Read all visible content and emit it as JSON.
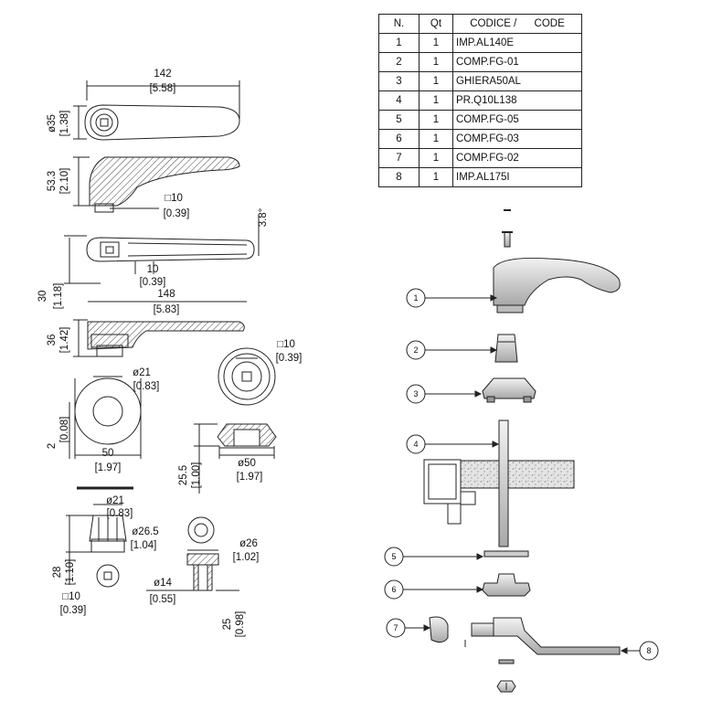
{
  "table": {
    "headers": [
      "N.",
      "Qt",
      "CODICE /      CODE"
    ],
    "rows": [
      {
        "n": "1",
        "qt": "1",
        "code": "IMP.AL140E"
      },
      {
        "n": "2",
        "qt": "1",
        "code": "COMP.FG-01"
      },
      {
        "n": "3",
        "qt": "1",
        "code": "GHIERA50AL"
      },
      {
        "n": "4",
        "qt": "1",
        "code": "PR.Q10L138"
      },
      {
        "n": "5",
        "qt": "1",
        "code": "COMP.FG-05"
      },
      {
        "n": "6",
        "qt": "1",
        "code": "COMP.FG-03"
      },
      {
        "n": "7",
        "qt": "1",
        "code": "COMP.FG-02"
      },
      {
        "n": "8",
        "qt": "1",
        "code": "IMP.AL175I"
      }
    ]
  },
  "dimensions": {
    "top_len_mm": "142",
    "top_len_in": "[5.58]",
    "d35_mm": "ø35",
    "d35_in": "[1.38]",
    "h53_mm": "53.3",
    "h53_in": "[2.10]",
    "sq10_mm": "□10",
    "sq10_in": "[0.39]",
    "angle": "3.8°",
    "w30_mm": "30",
    "w30_in": "[1.18]",
    "w10_mm": "10",
    "w10_in": "[0.39]",
    "len148_mm": "148",
    "len148_in": "[5.83]",
    "h36_mm": "36",
    "h36_in": "[1.42]",
    "sq10b_mm": "□10",
    "sq10b_in": "[0.39]",
    "d21_mm": "ø21",
    "d21_in": "[0.83]",
    "h2_mm": "2",
    "h2_in": "[0.08]",
    "w50_mm": "50",
    "w50_in": "[1.97]",
    "d50_mm": "ø50",
    "d50_in": "[1.97]",
    "h25_5_mm": "25.5",
    "h25_5_in": "[1.00]",
    "d21b_mm": "ø21",
    "d21b_in": "[0.83]",
    "d26_5_mm": "ø26.5",
    "d26_5_in": "[1.04]",
    "h28_mm": "28",
    "h28_in": "[1.10]",
    "d26_mm": "ø26",
    "d26_in": "[1.02]",
    "sq10c_mm": "□10",
    "sq10c_in": "[0.39]",
    "d14_mm": "ø14",
    "d14_in": "[0.55]",
    "h25_mm": "25",
    "h25_in": "[0.98]"
  },
  "callouts": [
    "1",
    "2",
    "3",
    "4",
    "5",
    "6",
    "7",
    "8"
  ]
}
